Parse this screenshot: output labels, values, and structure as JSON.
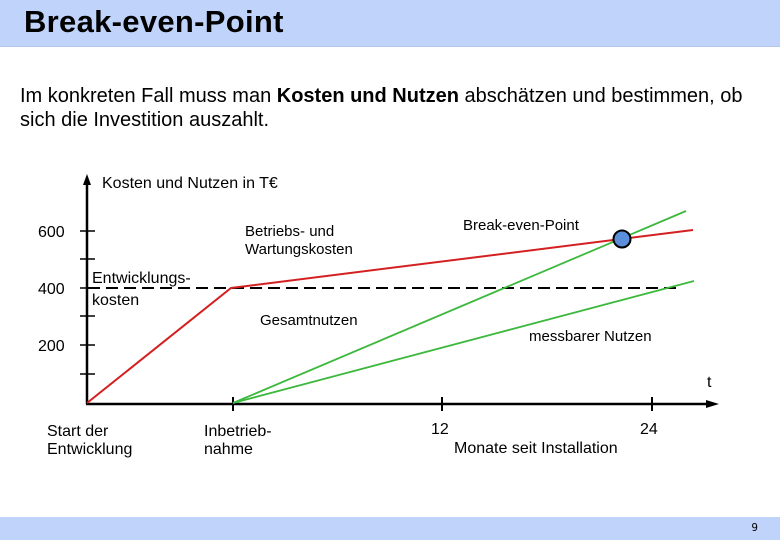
{
  "slide": {
    "title": "Break-even-Point",
    "text_part1": "Im konkreten Fall muss man ",
    "text_bold": "Kosten und Nutzen",
    "text_part2": " abschätzen und bestimmen, ob sich die Investition auszahlt.",
    "page_number": "9",
    "colors": {
      "header_band": "#c0d4fb",
      "cost_line": "#d42020",
      "benefit_line": "#3cb83c",
      "break_even_marker": "#5b8fd9"
    }
  },
  "chart_data": {
    "type": "line",
    "title": "",
    "ylabel": "Kosten und Nutzen in T€",
    "xlabel": "Monate seit Installation",
    "x_axis_symbol": "t",
    "yticks": [
      200,
      400,
      600
    ],
    "yticks_minor": [
      100,
      300,
      500
    ],
    "xticks": [
      0,
      12,
      24
    ],
    "xtick_labels": [
      "Inbetrieb-\nnahme",
      "12",
      "24"
    ],
    "x_start_label": "Start der Entwicklung",
    "ylim": [
      0,
      700
    ],
    "xlim": [
      -8.4,
      27
    ],
    "grid": false,
    "series": [
      {
        "name": "Kosten (Entwicklungskosten + Betriebs- und Wartungskosten)",
        "color": "#d42020",
        "points": [
          [
            -8.4,
            0
          ],
          [
            0,
            400
          ],
          [
            26.5,
            603
          ]
        ]
      },
      {
        "name": "Gesamtnutzen",
        "color": "#3cb83c",
        "points": [
          [
            0,
            0
          ],
          [
            26,
            669
          ]
        ]
      },
      {
        "name": "messbarer Nutzen",
        "color": "#3cb83c",
        "points": [
          [
            0,
            0
          ],
          [
            26.5,
            425
          ]
        ]
      },
      {
        "name": "Entwicklungskosten-Niveau (gestrichelt)",
        "style": "dashed",
        "color": "#000000",
        "points": [
          [
            -8.4,
            400
          ],
          [
            25.8,
            400
          ]
        ]
      }
    ],
    "annotations": [
      {
        "text": "Entwicklungs-\nkosten",
        "near": [
          -8,
          400
        ]
      },
      {
        "text": "Betriebs- und\nWartungskosten",
        "near": [
          1,
          570
        ]
      },
      {
        "text": "Gesamtnutzen",
        "near": [
          2,
          300
        ]
      },
      {
        "text": "messbarer Nutzen",
        "near": [
          17,
          240
        ]
      },
      {
        "text": "Break-even-Point",
        "near": [
          22.4,
          571
        ]
      }
    ],
    "break_even_point": {
      "x": 22.4,
      "y": 571
    },
    "labels": {
      "y_axis": "Kosten und Nutzen in T€",
      "y600": "600",
      "y400": "400",
      "y200": "200",
      "t": "t",
      "x12": "12",
      "x24": "24",
      "x_axis_title": "Monate seit Installation",
      "start_line1": "Start der",
      "start_line2": "Entwicklung",
      "inbetrieb_line1": "Inbetrieb-",
      "inbetrieb_line2": "nahme",
      "entw_line1": "Entwicklungs-",
      "entw_line2": "kosten",
      "betrieb_line1": "Betriebs- und",
      "betrieb_line2": "Wartungskosten",
      "gesamtnutzen": "Gesamtnutzen",
      "messbarer": "messbarer Nutzen",
      "break_even": "Break-even-Point"
    }
  }
}
